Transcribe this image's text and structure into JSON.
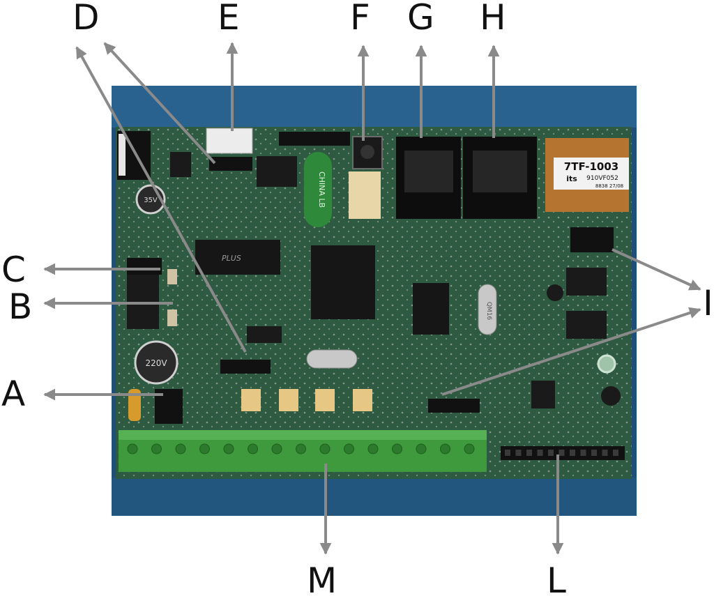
{
  "colors": {
    "background": "#ffffff",
    "enclosure": "#1f4f78",
    "pcb": "#2f5a42",
    "arrow": "#8a8a8a",
    "terminal_block": "#3e9a3c",
    "label_text": "#111111"
  },
  "callouts": {
    "A": "A",
    "B": "B",
    "C": "C",
    "D": "D",
    "E": "E",
    "F": "F",
    "G": "G",
    "H": "H",
    "I": "I",
    "L": "L",
    "M": "M"
  },
  "component_markings": {
    "relay_model": "7TF-1003",
    "relay_brand": "its",
    "relay_part": "910VF052",
    "relay_code": "8838 27/08",
    "battery": "CHINA LB",
    "capacitor_voltage": "220V",
    "capacitor_small": "35V",
    "crystal": "QM16",
    "chip_brand": "PLUS"
  }
}
